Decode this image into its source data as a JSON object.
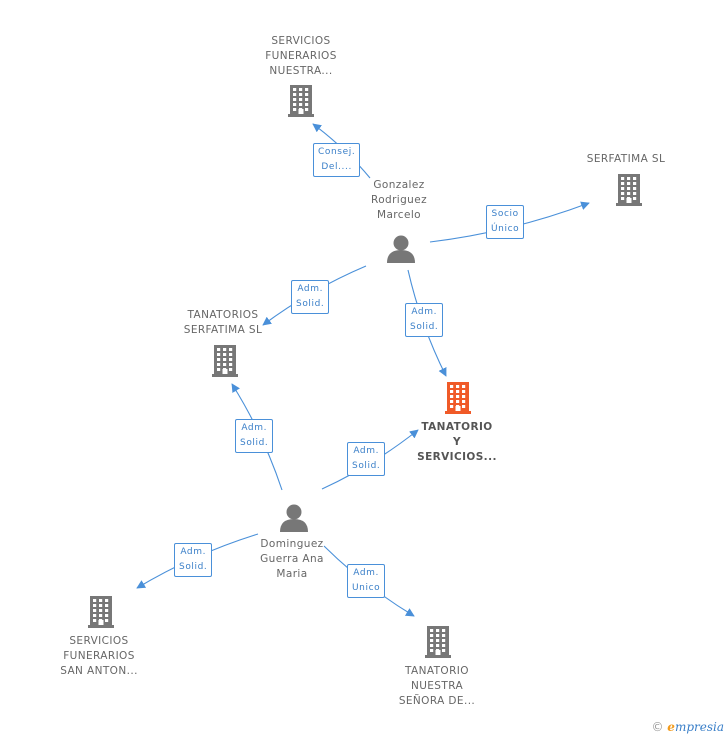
{
  "colors": {
    "company": "#777777",
    "focus_company": "#f05a28",
    "person": "#777777",
    "edge": "#4a90d9"
  },
  "nodes": [
    {
      "id": "sfnuestra",
      "kind": "company",
      "label": "SERVICIOS\nFUNERARIOS\nNUESTRA..."
    },
    {
      "id": "gonzalez",
      "kind": "person",
      "label": "Gonzalez\nRodriguez\nMarcelo"
    },
    {
      "id": "serfatima",
      "kind": "company",
      "label": "SERFATIMA SL"
    },
    {
      "id": "tanatorios_serf",
      "kind": "company",
      "label": "TANATORIOS\nSERFATIMA SL"
    },
    {
      "id": "tanatorio_focus",
      "kind": "focus",
      "label": "TANATORIO\nY\nSERVICIOS..."
    },
    {
      "id": "dominguez",
      "kind": "person",
      "label": "Dominguez\nGuerra Ana\nMaria"
    },
    {
      "id": "sfsananton",
      "kind": "company",
      "label": "SERVICIOS\nFUNERARIOS\nSAN ANTON..."
    },
    {
      "id": "tanatorio_nuestra",
      "kind": "company",
      "label": "TANATORIO\nNUESTRA\nSEÑORA DE..."
    }
  ],
  "edges": [
    {
      "from": "gonzalez",
      "to": "sfnuestra",
      "label": "Consej.\nDel...."
    },
    {
      "from": "gonzalez",
      "to": "serfatima",
      "label": "Socio\nÚnico"
    },
    {
      "from": "gonzalez",
      "to": "tanatorios_serf",
      "label": "Adm.\nSolid."
    },
    {
      "from": "gonzalez",
      "to": "tanatorio_focus",
      "label": "Adm.\nSolid."
    },
    {
      "from": "dominguez",
      "to": "tanatorios_serf",
      "label": "Adm.\nSolid."
    },
    {
      "from": "dominguez",
      "to": "tanatorio_focus",
      "label": "Adm.\nSolid."
    },
    {
      "from": "dominguez",
      "to": "sfsananton",
      "label": "Adm.\nSolid."
    },
    {
      "from": "dominguez",
      "to": "tanatorio_nuestra",
      "label": "Adm.\nUnico"
    }
  ],
  "footer": {
    "copyright": "©",
    "brand_initial": "e",
    "brand_rest": "mpresia"
  }
}
